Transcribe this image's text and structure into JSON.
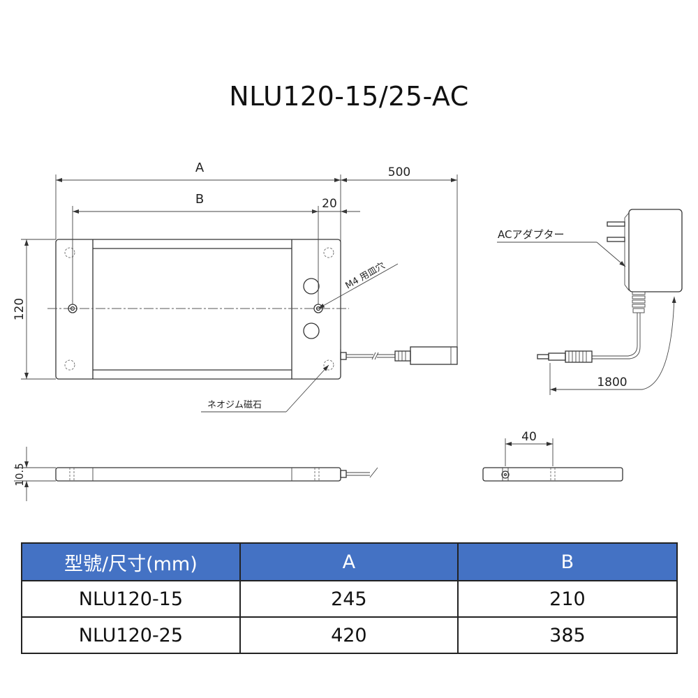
{
  "title": "NLU120-15/25-AC",
  "labels": {
    "dim_a": "A",
    "dim_b": "B",
    "cable_length": "500",
    "edge_offset": "20",
    "height": "120",
    "thickness": "10.5",
    "mount_hole": "M4 用皿穴",
    "magnet": "ネオジム磁石",
    "adapter": "ACアダプター",
    "adapter_cable": "1800",
    "side_width": "40"
  },
  "table": {
    "headers": [
      "型號/尺寸(mm)",
      "A",
      "B"
    ],
    "rows": [
      [
        "NLU120-15",
        "245",
        "210"
      ],
      [
        "NLU120-25",
        "420",
        "385"
      ]
    ]
  },
  "colors": {
    "header_bg": "#4472c4",
    "header_text": "#ffffff",
    "line": "#333333"
  }
}
